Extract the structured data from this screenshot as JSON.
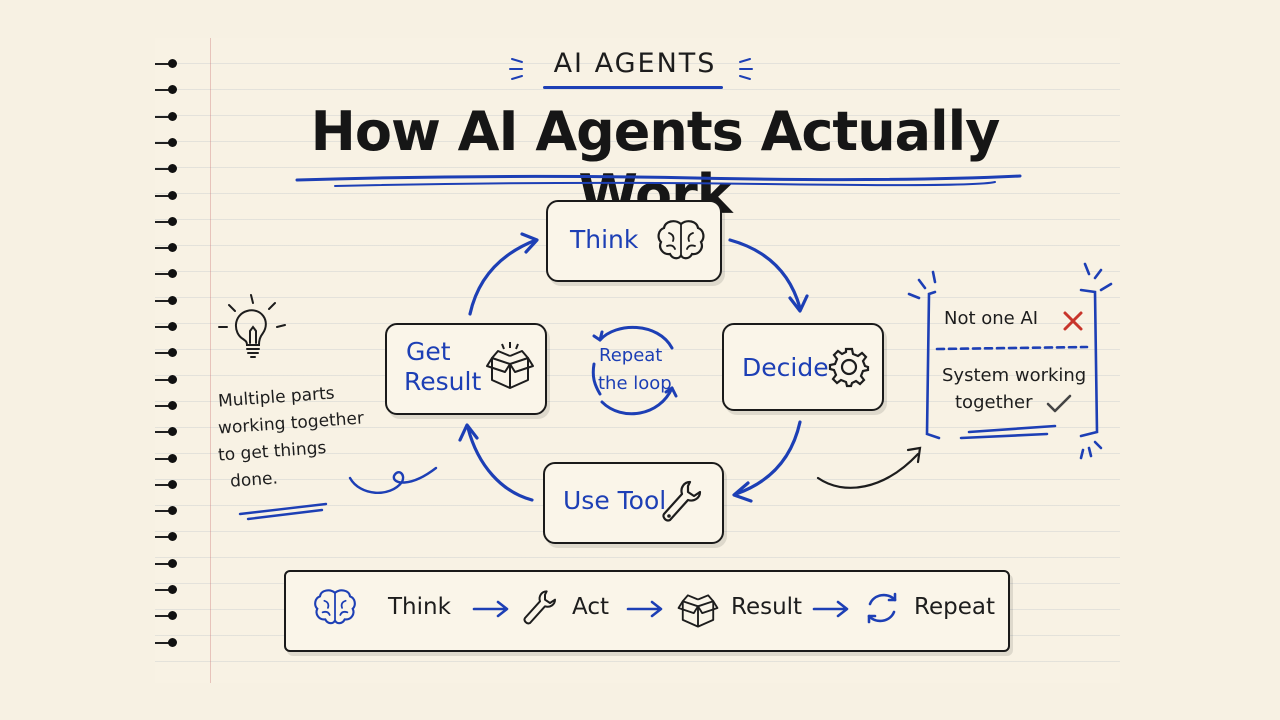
{
  "header": {
    "kicker": "AI AGENTS",
    "title": "How AI Agents Actually Work"
  },
  "loop": {
    "think": "Think",
    "decide": "Decide",
    "use_tool": "Use Tool",
    "get_result_line1": "Get",
    "get_result_line2": "Result",
    "center_line1": "Repeat",
    "center_line2": "the loop"
  },
  "left_note": {
    "lines": [
      "Multiple parts",
      "working together",
      "to get things",
      "done."
    ]
  },
  "right_note": {
    "not_one_ai": "Not one AI",
    "system_line1": "System working",
    "system_line2": "together"
  },
  "summary_bar": {
    "think": "Think",
    "act": "Act",
    "result": "Result",
    "repeat": "Repeat"
  },
  "colors": {
    "accent_blue": "#1d3fb5",
    "ink": "#1d1d1d",
    "cross_red": "#c8352b",
    "paper": "#f8f2e4"
  },
  "icons": [
    "brain-icon",
    "gear-icon",
    "wrench-icon",
    "box-icon",
    "lightbulb-icon",
    "cross-icon",
    "check-icon",
    "repeat-icon"
  ]
}
